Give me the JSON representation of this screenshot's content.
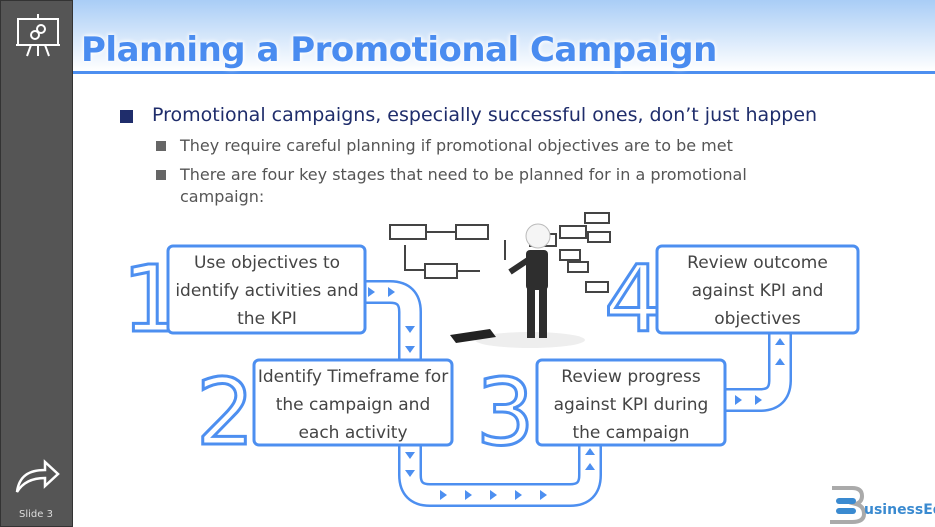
{
  "slide": {
    "title": "Planning a Promotional Campaign",
    "slide_label": "Slide 3"
  },
  "bullets": {
    "main": "Promotional campaigns, especially successful ones, don’t just happen",
    "sub": [
      "They require careful planning if promotional objectives are to be met",
      "There are four key stages that need to be planned for in a promotional campaign:"
    ]
  },
  "steps": [
    {
      "number": "1",
      "text": "Use objectives to identify activities and the KPI"
    },
    {
      "number": "2",
      "text": "Identify Timeframe for the campaign and each activity"
    },
    {
      "number": "3",
      "text": "Review progress against KPI during the campaign"
    },
    {
      "number": "4",
      "text": "Review outcome against KPI and objectives"
    }
  ],
  "logo": {
    "text": "BusinessEd"
  },
  "colors": {
    "accent": "#4a8cf0",
    "sidebar": "#555555",
    "bullet": "#1f2d6b"
  },
  "icons": {
    "sidebar_top": "presentation-board-icon",
    "sidebar_bottom": "forward-arrow-icon"
  }
}
